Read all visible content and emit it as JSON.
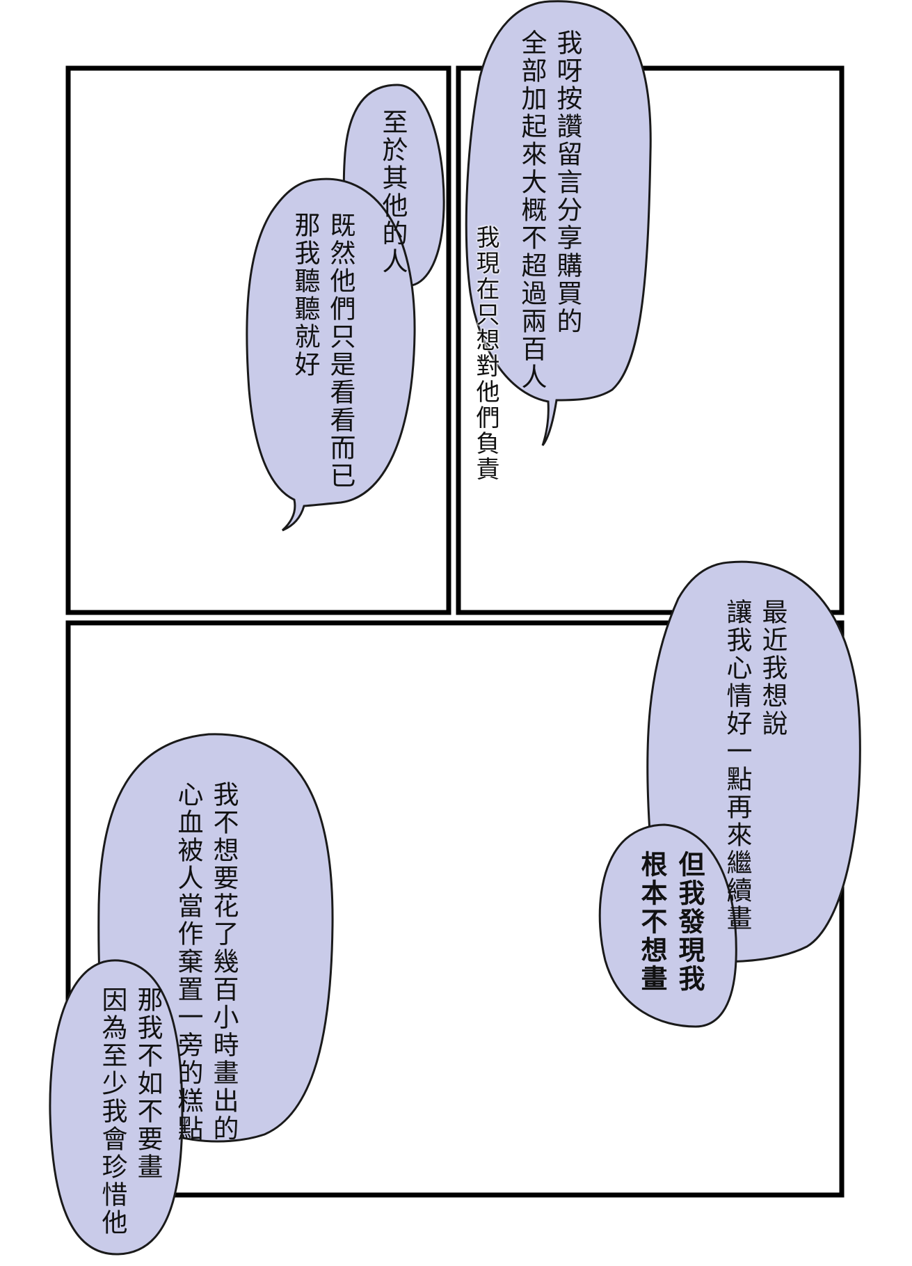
{
  "page": {
    "background": "#ffffff"
  },
  "style": {
    "bubble_fill": "#c9cbe9",
    "bubble_stroke": "#1a1a1a",
    "panel_border": "#000000"
  },
  "panels": [
    {
      "id": "panel-top-left"
    },
    {
      "id": "panel-top-right"
    },
    {
      "id": "panel-bottom"
    }
  ],
  "bubbles": {
    "top_right": {
      "lines": [
        "我呀按讚留言分享購買的",
        "全部加起來大概不超過兩百人"
      ]
    },
    "free_text": {
      "lines": [
        "我現在只想對他們負責"
      ]
    },
    "top_left_small": {
      "lines": [
        "至於其他的人"
      ]
    },
    "top_left_large": {
      "lines": [
        "既然他們只是看看而已",
        "那我聽聽就好"
      ]
    },
    "bottom_right_upper": {
      "lines": [
        "最近我想說",
        "讓我心情好一點再來繼續畫"
      ]
    },
    "bottom_right_lower": {
      "lines": [
        "但我發現我",
        "根本不想畫"
      ]
    },
    "bottom_left_upper": {
      "lines": [
        "我不想要花了幾百小時畫出的",
        "心血被人當作棄置一旁的糕點"
      ]
    },
    "bottom_left_lower": {
      "lines": [
        "那我不如不要畫",
        "因為至少我會珍惜他"
      ]
    }
  }
}
